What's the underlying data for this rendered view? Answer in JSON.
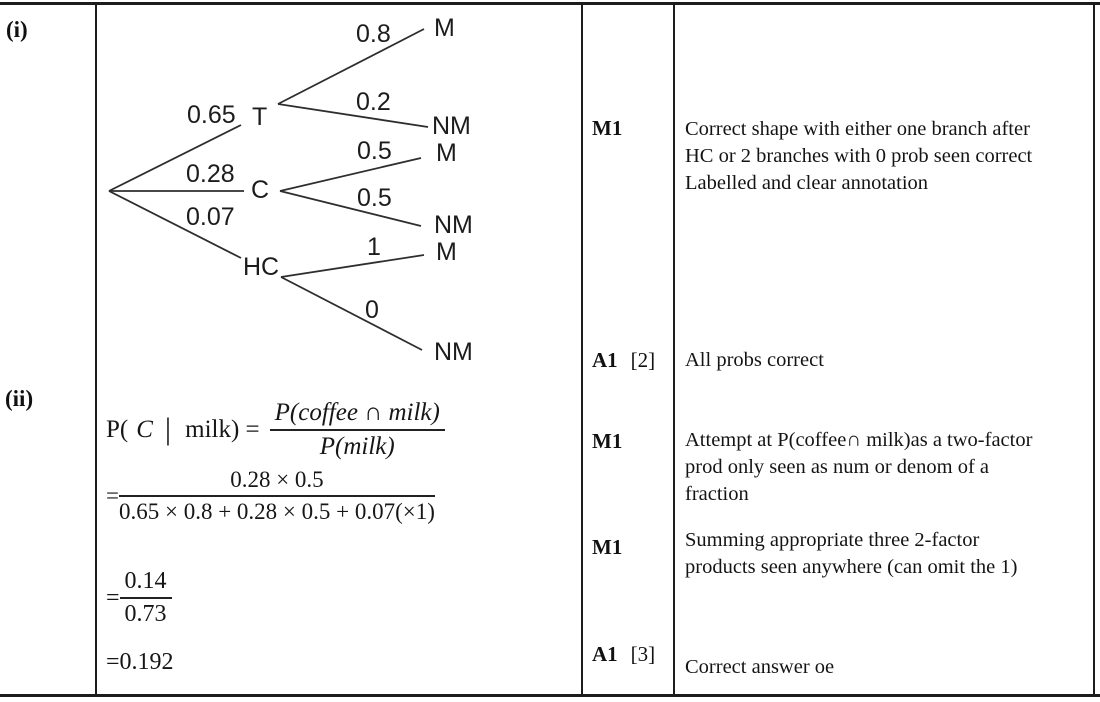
{
  "parts": {
    "part1": "(i)",
    "part2": "(ii)"
  },
  "tree": {
    "level1": [
      {
        "prob": "0.65",
        "node": "T"
      },
      {
        "prob": "0.28",
        "node": "C"
      },
      {
        "prob": "0.07",
        "node": "HC"
      }
    ],
    "level2": [
      {
        "prob": "0.8",
        "outcome": "M"
      },
      {
        "prob": "0.2",
        "outcome": "NM"
      },
      {
        "prob": "0.5",
        "outcome": "M"
      },
      {
        "prob": "0.5",
        "outcome": "NM"
      },
      {
        "prob": "1",
        "outcome": "M"
      },
      {
        "prob": "0",
        "outcome": "NM"
      }
    ]
  },
  "working": {
    "line1": {
      "p_open": "P(",
      "var": "C",
      "pipe": "|",
      "rest": "milk) =",
      "num": "P(coffee ∩ milk)",
      "den": "P(milk)"
    },
    "line2": {
      "eq": "=",
      "num": "0.28 × 0.5",
      "den": "0.65 × 0.8 + 0.28 × 0.5 + 0.07(×1)"
    },
    "line3": {
      "eq": "=",
      "num": "0.14",
      "den": "0.73"
    },
    "line4": "=0.192"
  },
  "marks": [
    {
      "code": "M1",
      "ref": ""
    },
    {
      "code": "A1",
      "ref": "[2]"
    },
    {
      "code": "M1",
      "ref": ""
    },
    {
      "code": "M1",
      "ref": ""
    },
    {
      "code": "A1",
      "ref": "[3]"
    }
  ],
  "comments": [
    "Correct shape with either one branch after\nHC or 2 branches with 0 prob seen correct\nLabelled and clear annotation",
    "All probs correct",
    "Attempt at P(coffee∩ milk)as a two-factor\nprod only seen as num or denom of a\nfraction",
    "Summing appropriate three 2-factor\nproducts seen anywhere (can omit the 1)",
    "Correct answer oe"
  ]
}
